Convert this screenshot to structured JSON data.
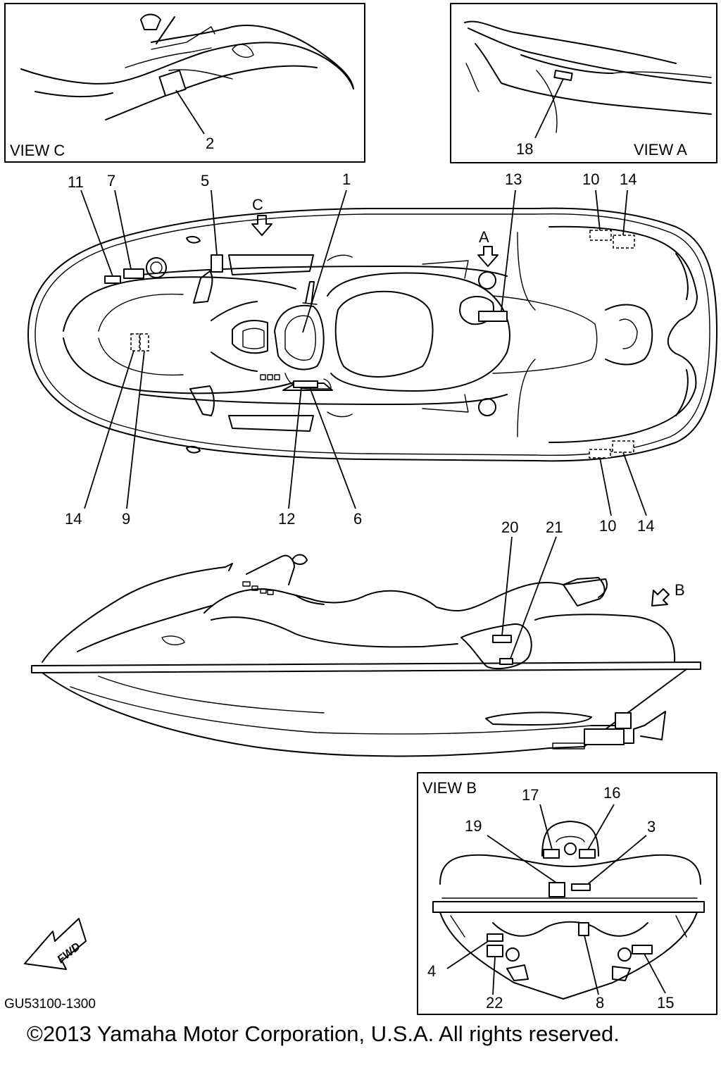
{
  "views": {
    "view_c": "VIEW C",
    "view_a": "VIEW A",
    "view_b": "VIEW B"
  },
  "view_letters": {
    "a": "A",
    "b": "B",
    "c": "C"
  },
  "callouts": {
    "c1": "1",
    "c2": "2",
    "c3": "3",
    "c4": "4",
    "c5": "5",
    "c6": "6",
    "c7": "7",
    "c8": "8",
    "c9": "9",
    "c10_top": "10",
    "c10_bottom": "10",
    "c11": "11",
    "c12": "12",
    "c13": "13",
    "c14_top": "14",
    "c14_left": "14",
    "c14_bottom": "14",
    "c15": "15",
    "c16": "16",
    "c17": "17",
    "c18": "18",
    "c19": "19",
    "c20": "20",
    "c21": "21",
    "c22": "22"
  },
  "fwd_label": "FWD",
  "part_code": "GU53100-1300",
  "copyright": "©2013 Yamaha Motor Corporation, U.S.A. All rights reserved."
}
